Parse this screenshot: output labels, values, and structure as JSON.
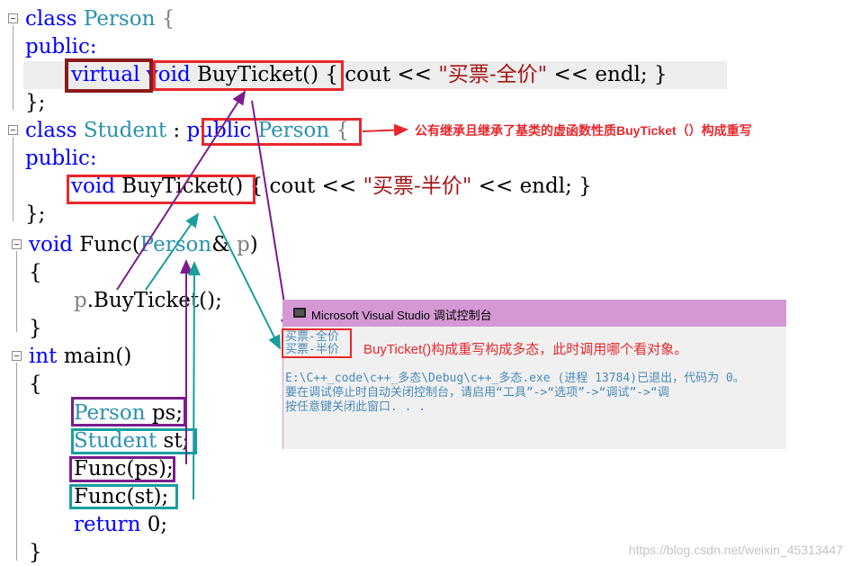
{
  "code": {
    "l1": [
      "class",
      " ",
      "Person",
      " {"
    ],
    "l2": [
      "public:"
    ],
    "l3": [
      "virtual",
      " ",
      "void",
      " BuyTicket() { cout << ",
      "\"买票-全价\"",
      " << endl; }"
    ],
    "l4": [
      "};"
    ],
    "l5": [
      "class",
      " ",
      "Student",
      " : ",
      "public",
      " ",
      "Person",
      " {"
    ],
    "l6": [
      "public:"
    ],
    "l7": [
      "void",
      " BuyTicket() { cout << ",
      "\"买票-半价\"",
      " << endl; }"
    ],
    "l8": [
      "};"
    ],
    "l9": [
      "void",
      " Func(",
      "Person",
      "& ",
      "p",
      ")"
    ],
    "l10": [
      "{"
    ],
    "l11": [
      "p",
      ".BuyTicket();"
    ],
    "l12": [
      "}"
    ],
    "l13": [
      "int",
      " main()"
    ],
    "l14": [
      "{"
    ],
    "l15": [
      "Person",
      " ps;"
    ],
    "l16": [
      "Student",
      " st;"
    ],
    "l17": [
      "Func(ps);"
    ],
    "l18": [
      "Func(st);"
    ],
    "l19": [
      "return",
      " 0;"
    ],
    "l20": [
      "}"
    ]
  },
  "annotations": {
    "inherit_note": "公有继承且继承了基类的虚函数性质BuyTicket（）构成重写",
    "polymorphism_note": "BuyTicket()构成重写构成多态，此时调用哪个看对象。"
  },
  "console": {
    "title": "Microsoft Visual Studio 调试控制台",
    "output_lines": [
      "买票-全价",
      "买票-半价"
    ],
    "exit_line": "E:\\C++_code\\c++_多态\\Debug\\c++_多态.exe (进程 13784)已退出，代码为 0。",
    "hint_line1": "要在调试停止时自动关闭控制台，请启用“工具”->“选项”->“调试”->“调",
    "hint_line2": "按任意键关闭此窗口. . ."
  },
  "watermark": "https://blog.csdn.net/weixin_45313447",
  "colors": {
    "keyword": "#0000ff",
    "type": "#2b91af",
    "string": "#a31515",
    "annotation_red": "#e8282d",
    "purple": "#7b1c8c",
    "teal": "#1a9e9e",
    "dark_red": "#8b1a1a",
    "console_title": "#d498d4",
    "console_text": "#4a8ab8"
  }
}
